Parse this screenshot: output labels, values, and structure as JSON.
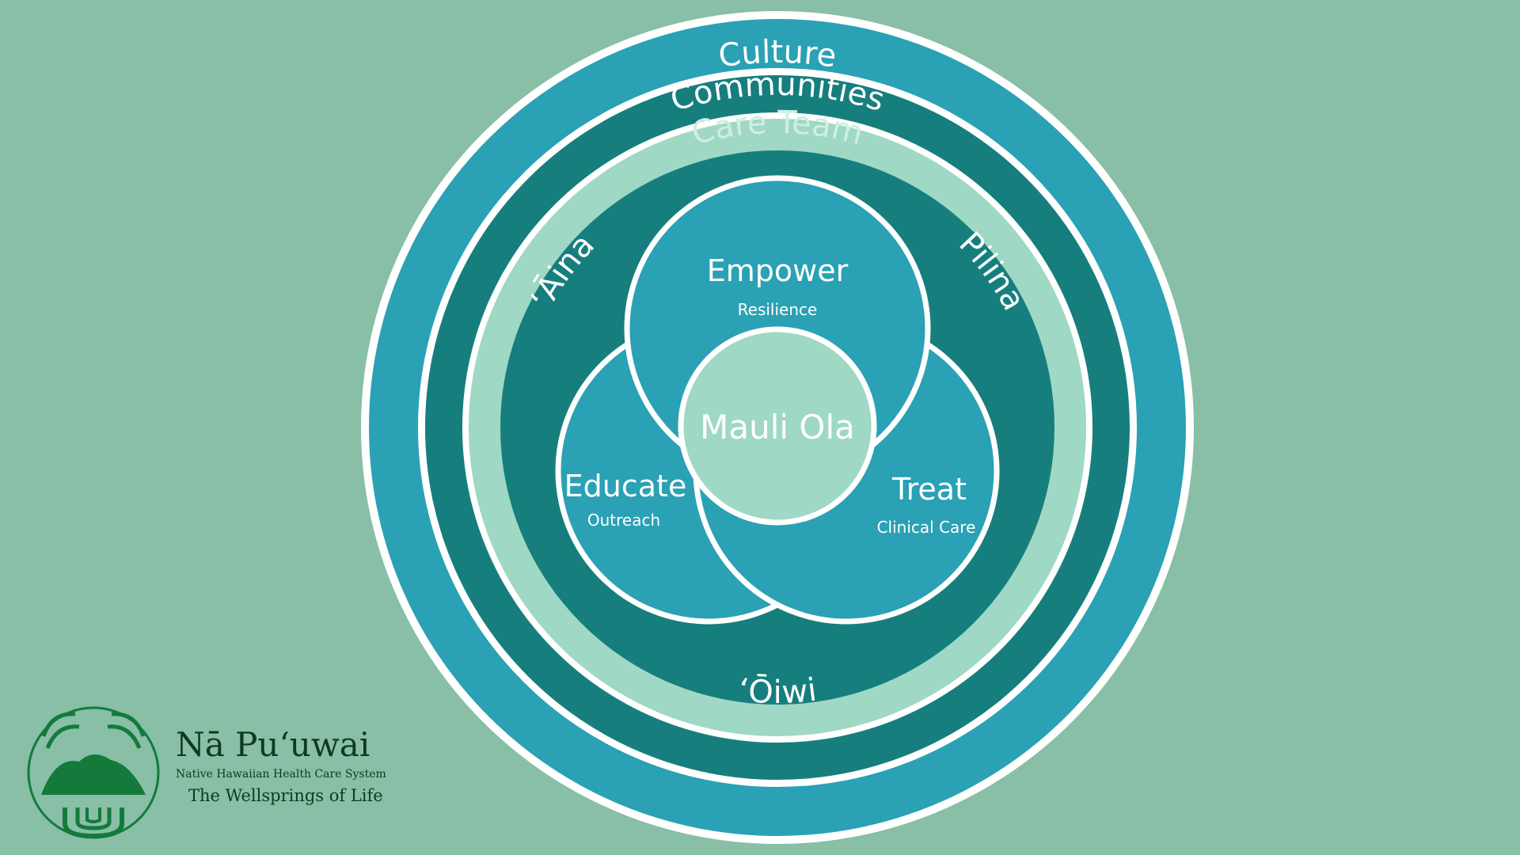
{
  "colors": {
    "background": "#88bfa6",
    "ring_outer": "#2aa1b4",
    "ring_dark": "#177e7e",
    "ring_light": "#9fd8c4",
    "lobe": "#2aa1b4",
    "center": "#9fd8c4",
    "border": "#ffffff",
    "logo_green": "#147a3c",
    "logo_text": "#0f3a1e"
  },
  "rings": {
    "culture": "Culture",
    "communities": "Communities",
    "care_team": "Care Team",
    "aina": "ʻĀina",
    "pilina": "Pilina",
    "oiwi": "ʻŌiwi"
  },
  "lobes": {
    "empower": {
      "title": "Empower",
      "subtitle": "Resilience"
    },
    "educate": {
      "title": "Educate",
      "subtitle": "Outreach"
    },
    "treat": {
      "title": "Treat",
      "subtitle": "Clinical Care"
    }
  },
  "center": {
    "label": "Mauli Ola"
  },
  "logo": {
    "name": "Nā Puʻuwai",
    "subtitle": "Native Hawaiian Health Care System",
    "tagline": "The Wellsprings of Life",
    "icon": "wellspring-emblem-icon"
  }
}
